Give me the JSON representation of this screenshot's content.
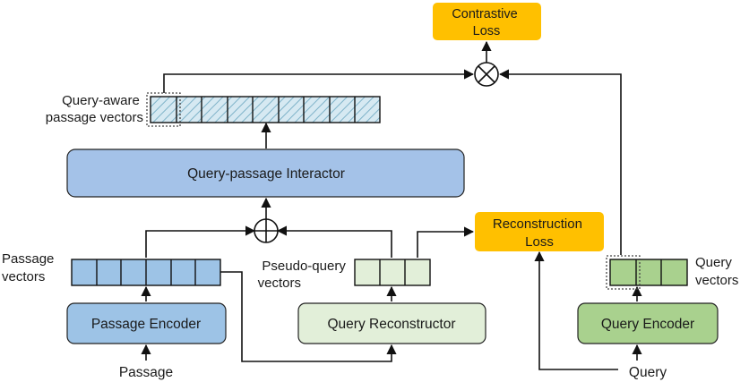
{
  "boxes": {
    "contrastive_loss": [
      "Contrastive",
      "Loss"
    ],
    "reconstruction_loss": [
      "Reconstruction",
      "Loss"
    ],
    "query_passage_interactor": "Query-passage Interactor",
    "passage_encoder": "Passage Encoder",
    "query_reconstructor": "Query Reconstructor",
    "query_encoder": "Query Encoder"
  },
  "labels": {
    "query_aware": [
      "Query-aware",
      "passage vectors"
    ],
    "passage_vectors": [
      "Passage",
      "vectors"
    ],
    "pseudo_query_vectors": [
      "Pseudo-query",
      "vectors"
    ],
    "query_vectors": [
      "Query",
      "vectors"
    ],
    "passage_input": "Passage",
    "query_input": "Query"
  },
  "colors": {
    "orange": "#ffc000",
    "interactor_blue": "#a4c2e8",
    "encoder_blue": "#9dc3e6",
    "hatch_bg": "#d6e9f2",
    "hatch_line": "#7fb3c9",
    "passage_cell": "#9dc3e6",
    "pseudo_cell": "#e2efd9",
    "reconstructor_fill": "#e2efd9",
    "query_encoder_green": "#a9d18e",
    "query_cell": "#a9d18e"
  }
}
